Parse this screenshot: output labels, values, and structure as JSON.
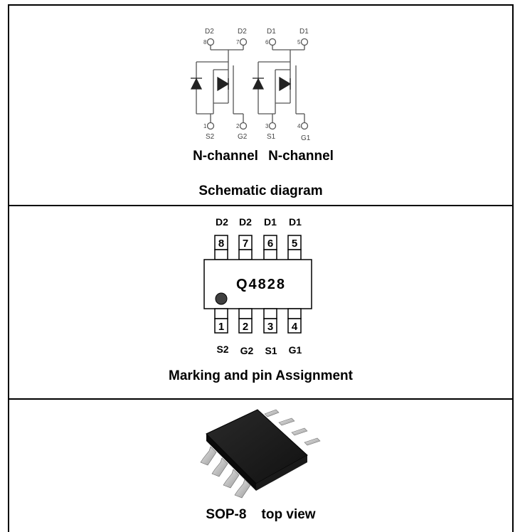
{
  "schematic": {
    "fet_left": {
      "drain_pin_a": "8",
      "drain_pin_b": "7",
      "drain_a": "D2",
      "drain_b": "D2",
      "source_pin": "1",
      "gate_pin": "2",
      "source": "S2",
      "gate": "G2"
    },
    "fet_right": {
      "drain_pin_a": "6",
      "drain_pin_b": "5",
      "drain_a": "D1",
      "drain_b": "D1",
      "source_pin": "3",
      "gate_pin": "4",
      "source": "S1",
      "gate": "G1"
    },
    "channel_label_left": "N-channel",
    "channel_label_right": "N-channel",
    "caption": "Schematic diagram"
  },
  "marking": {
    "top_pin_names": [
      "D2",
      "D2",
      "D1",
      "D1"
    ],
    "top_pin_numbers": [
      "8",
      "7",
      "6",
      "5"
    ],
    "part_mark": "Q4828",
    "bottom_pin_numbers": [
      "1",
      "2",
      "3",
      "4"
    ],
    "bottom_pin_names": [
      "S2",
      "G2",
      "S1",
      "G1"
    ],
    "caption": "Marking and pin Assignment"
  },
  "package": {
    "caption": "SOP-8    top view"
  },
  "colors": {
    "line": "#000000",
    "schematic_line": "#555555",
    "chip_body": "#1c1c1c",
    "pin_metal": "#c9c9c9",
    "marker_dot": "#404040"
  }
}
